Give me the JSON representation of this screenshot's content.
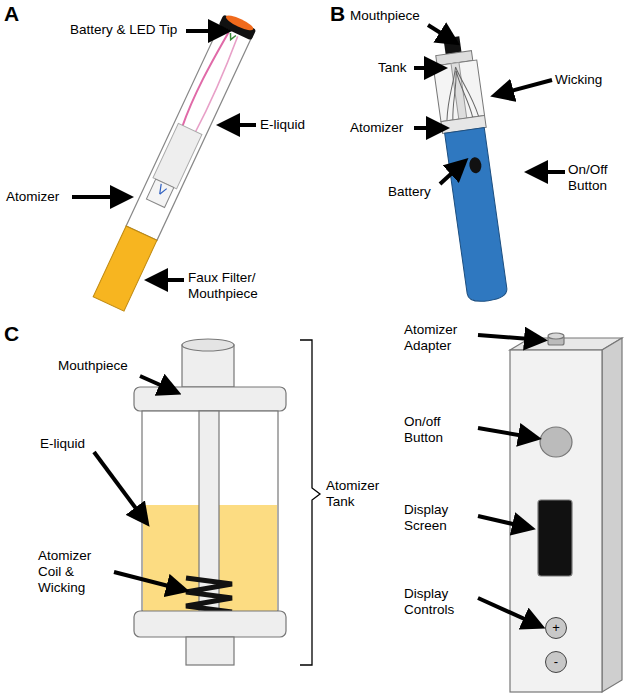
{
  "diagram": {
    "nodes": [
      {
        "text": [
          "+"
        ]
      },
      {
        "text": [
          "-"
        ]
      }
    ],
    "labels": [
      "A",
      "Battery & LED Tip",
      "E-liquid",
      "Atomizer",
      "Faux Filter/ Mouthpiece",
      "B",
      "Mouthpiece",
      "Tank",
      "Wicking",
      "Atomizer",
      "Battery",
      "On/Off Button",
      "C",
      "Mouthpiece",
      "E-liquid",
      "Atomizer Coil & Wicking",
      "Atomizer Tank",
      "Atomizer Adapter",
      "On/off Button",
      "Display Screen",
      "Display Controls"
    ]
  }
}
